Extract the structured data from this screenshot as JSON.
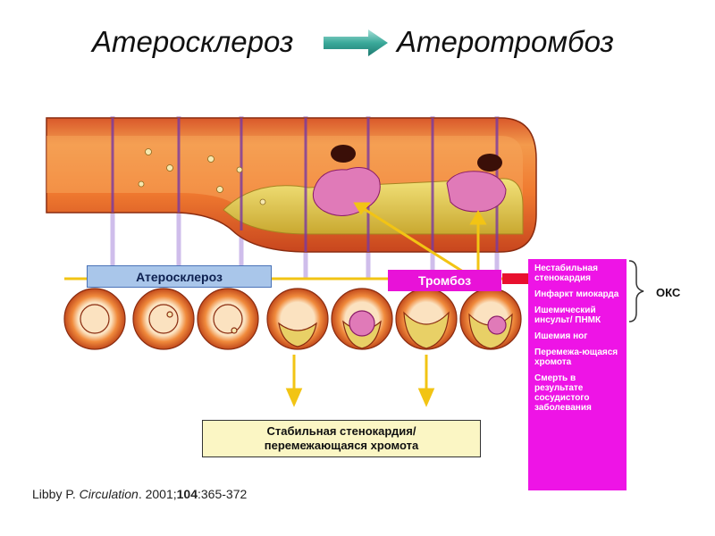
{
  "title": {
    "left": "Атеросклероз",
    "right": "Атеротромбоз"
  },
  "labels": {
    "atherosclerosis": "Атеросклероз",
    "thrombosis": "Тромбоз",
    "stable_line1": "Стабильная стенокардия/",
    "stable_line2": "перемежающаяся хромота",
    "oks": "ОКС"
  },
  "outcomes": [
    "Нестабильная стенокардия",
    "Инфаркт миокарда",
    "Ишемический инсульт/ ПНМК",
    "Ишемия ног",
    "Перемежа-ющаяся хромота",
    "Смерть в результате сосудистого заболевания"
  ],
  "citation": {
    "author": "Libby P. ",
    "journal": "Circulation",
    "year": ". 2001;",
    "volume": "104",
    "pages": ":365-372"
  },
  "colors": {
    "thrombosis": "#e812d8",
    "outcomes_panel": "#ee14e6",
    "atherosclerosis_label": "#a9c6ea",
    "stable_box": "#fbf6c4",
    "timeline": "#f2c414",
    "arrow_teal": "#3aa99a"
  }
}
